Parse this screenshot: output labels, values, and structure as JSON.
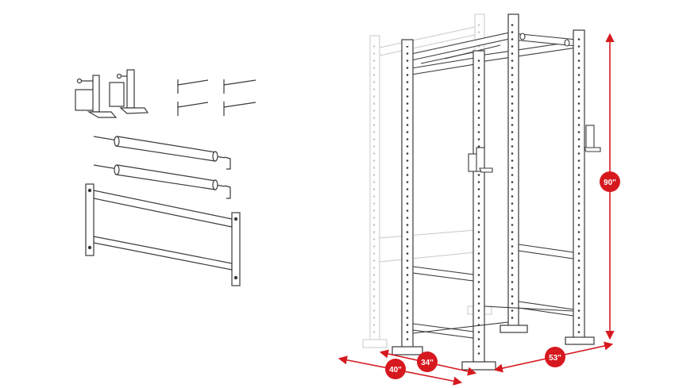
{
  "dimensions": {
    "height": "90\"",
    "width": "53\"",
    "inner_depth": "34\"",
    "outer_depth": "40\""
  },
  "colors": {
    "frame_stroke": "#3a3a3a",
    "ghost_stroke": "#c8c8c8",
    "dimension_red": "#d6191f",
    "label_text": "#ffffff"
  },
  "icons": {
    "j_hooks": "j-hooks-icon",
    "pins": "safety-pins-icon",
    "spotter_arms": "spotter-arms-icon",
    "pull_up_bar": "pull-up-bar-icon",
    "power_rack": "power-rack-icon"
  }
}
